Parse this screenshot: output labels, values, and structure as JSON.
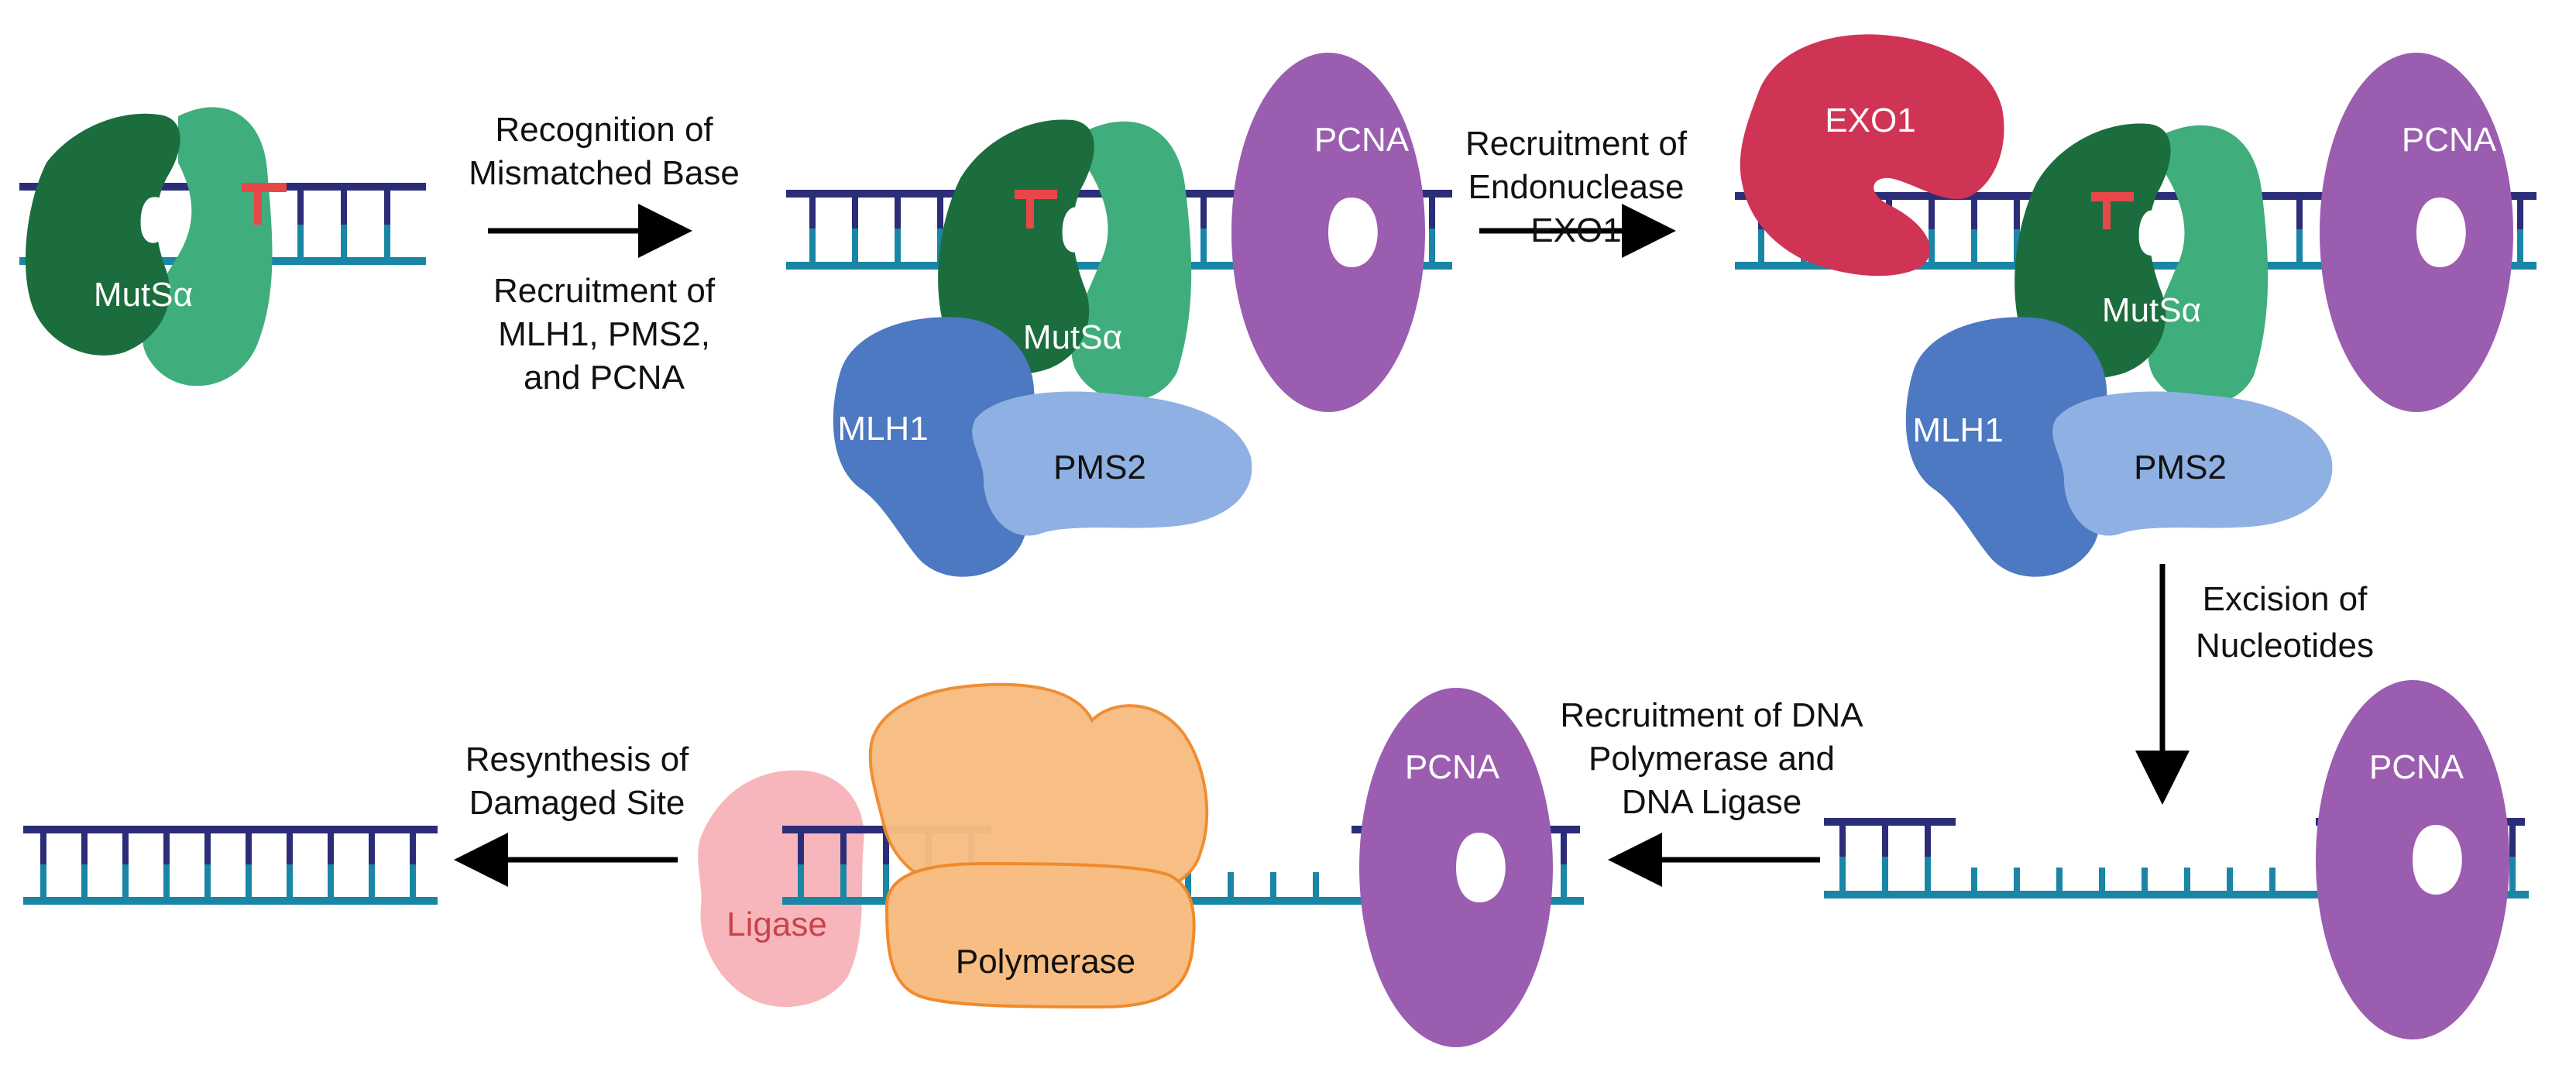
{
  "colors": {
    "dna_top": "#2b2d78",
    "dna_bottom": "#1a86a6",
    "mismatch": "#e8474a",
    "mutsa_dark": "#1c6d3e",
    "mutsa_light": "#3fae7c",
    "pcna": "#9a5db0",
    "exo1": "#cf3455",
    "mlh1": "#4d78c2",
    "pms2": "#8fb0e2",
    "polymerase": "#f7bd82",
    "ligase": "#f7b6bb",
    "arrow": "#000000"
  },
  "steps": {
    "recognition": [
      "Recognition of",
      "Mismatched Base"
    ],
    "recruit_mlh1": [
      "Recruitment of",
      "MLH1, PMS2,",
      "and PCNA"
    ],
    "recruit_exo1": [
      "Recruitment of",
      "Endonuclease",
      "EXO1"
    ],
    "excision": [
      "Excision of",
      "Nucleotides"
    ],
    "recruit_polymerase": [
      "Recruitment of DNA",
      "Polymerase and",
      "DNA Ligase"
    ],
    "resynthesis": [
      "Resynthesis of",
      "Damaged Site"
    ]
  },
  "proteins": {
    "mutsa": "MutSα",
    "pcna": "PCNA",
    "exo1": "EXO1",
    "mlh1": "MLH1",
    "pms2": "PMS2",
    "ligase": "Ligase",
    "polymerase": "Polymerase"
  }
}
